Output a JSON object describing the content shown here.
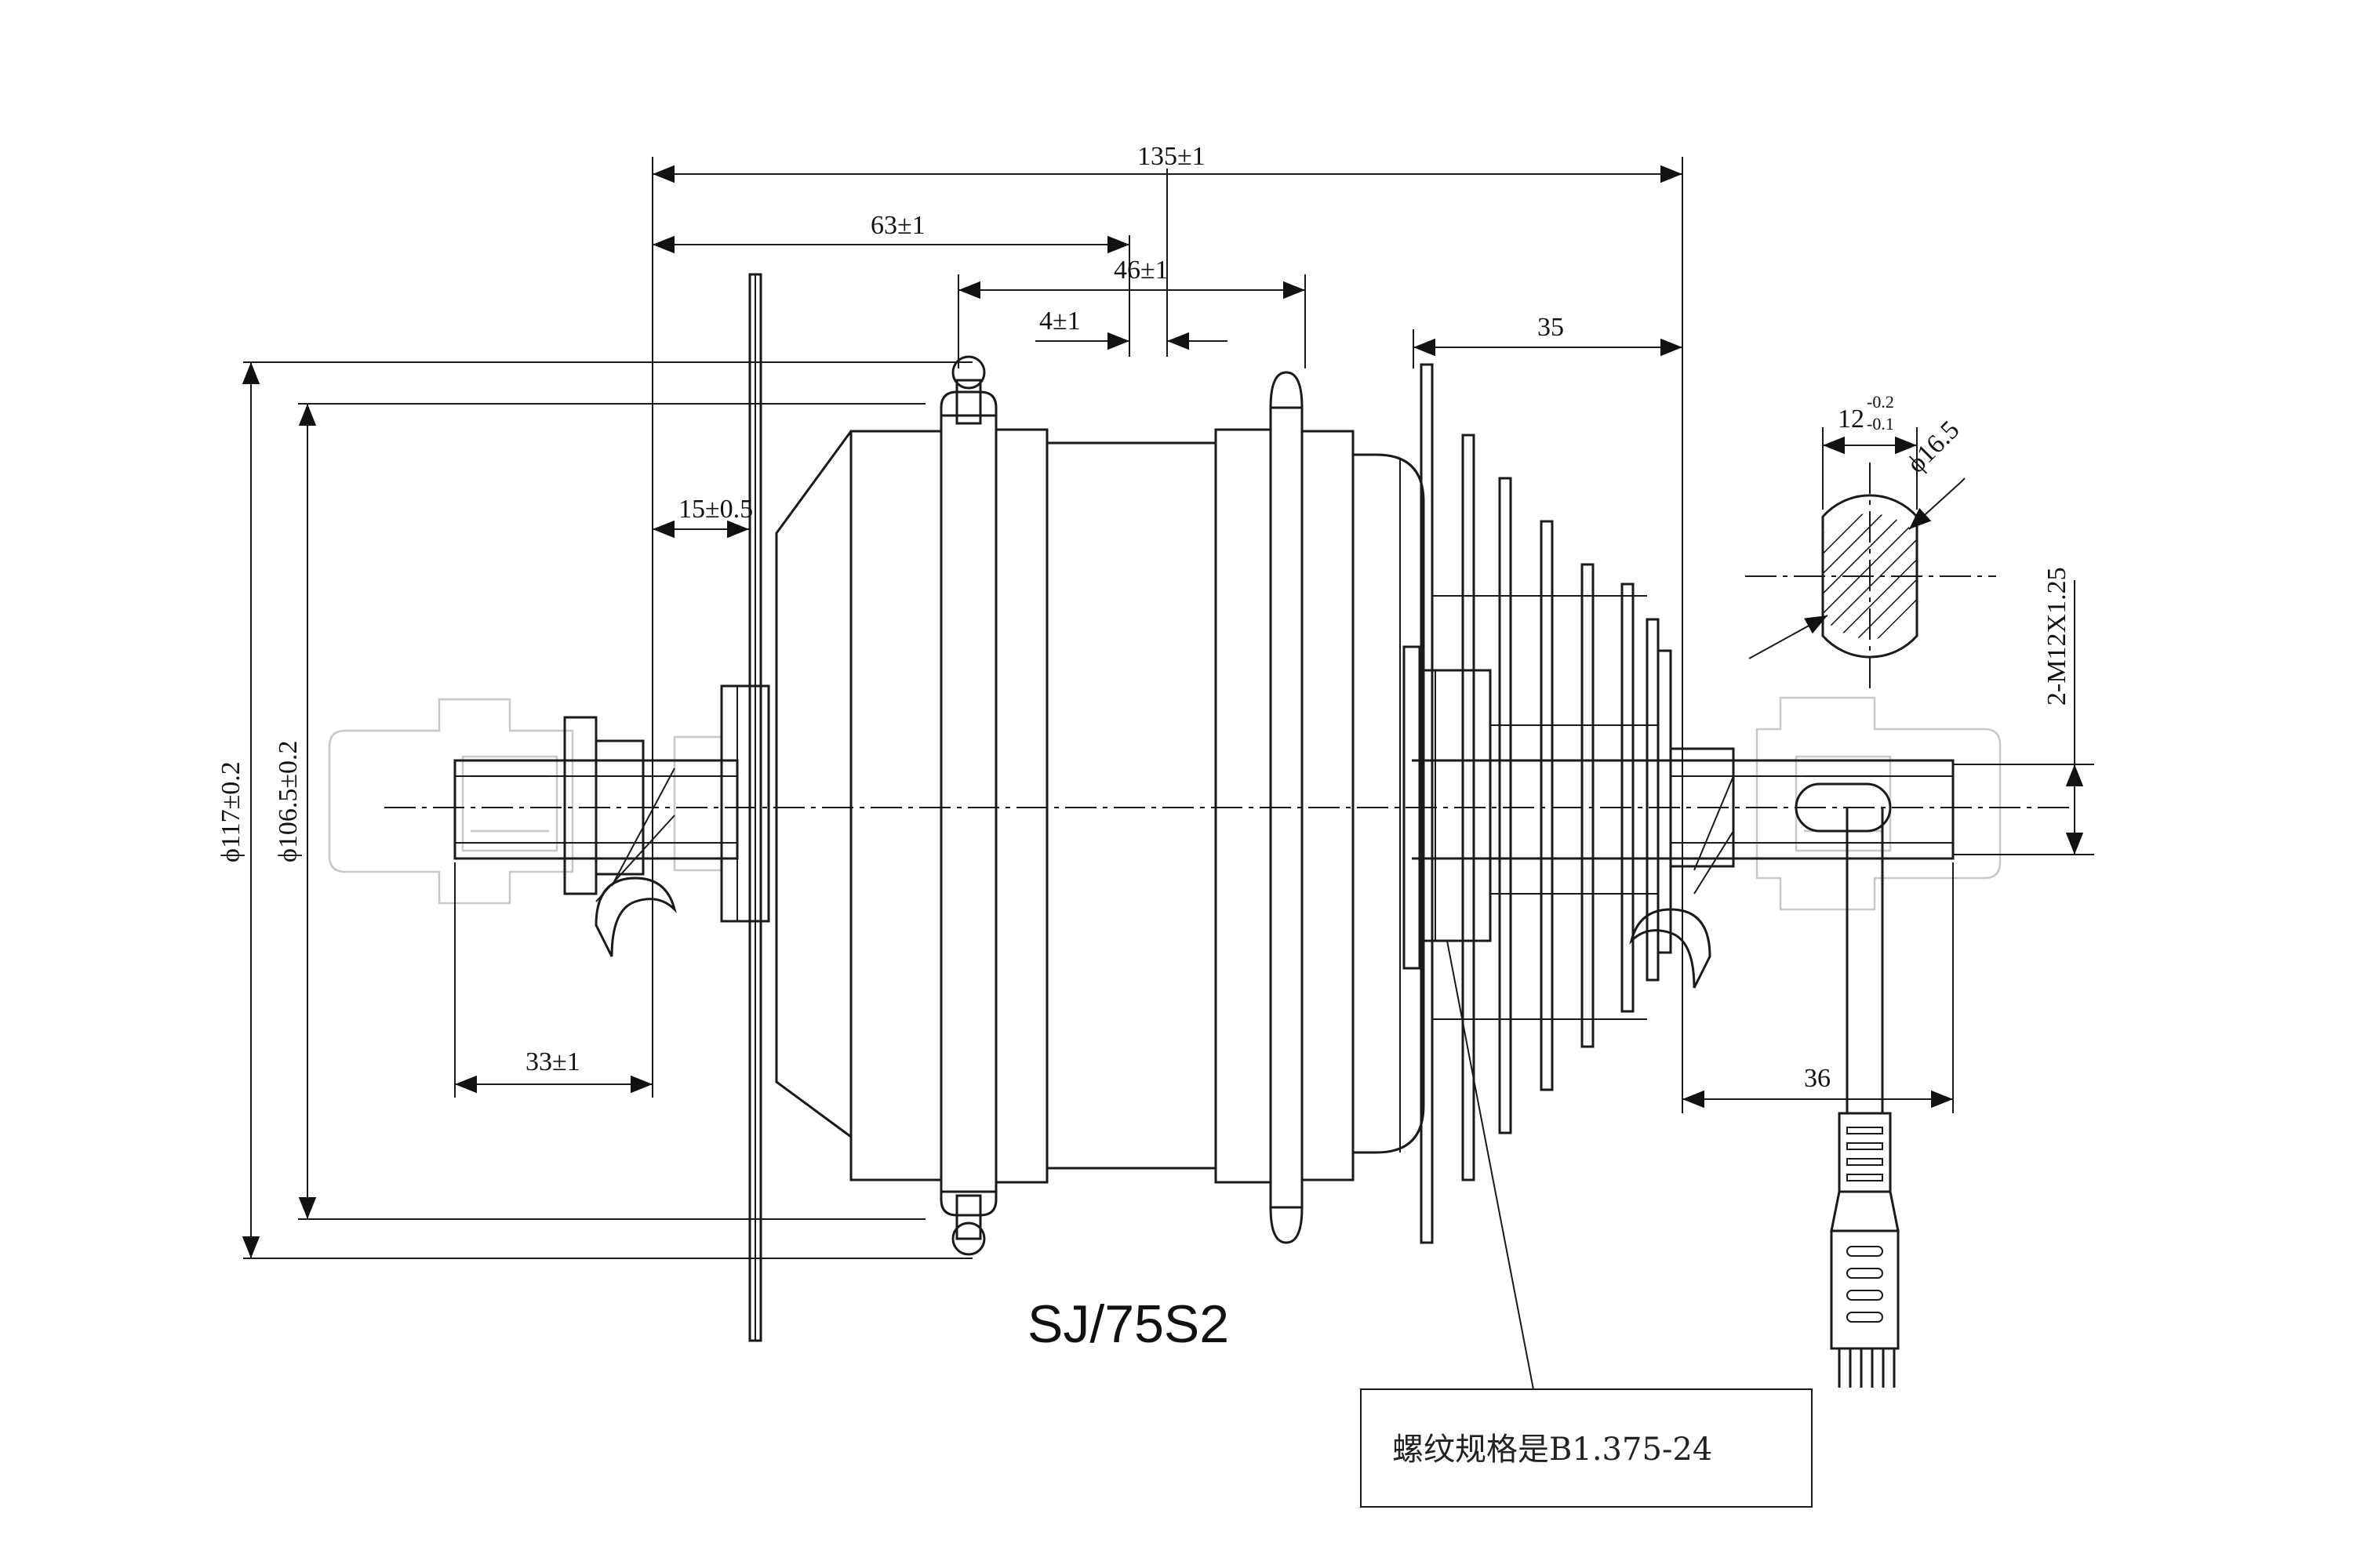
{
  "model_label": "SJ/75S2",
  "thread_note": "螺纹规格是B1.375-24",
  "dimensions": {
    "overall_width": "135±1",
    "left_to_center": "63±1",
    "flange_span": "46±1",
    "offset": "4±1",
    "cassette_width": "35",
    "disc_offset": "15±0.5",
    "left_axle": "33±1",
    "right_axle": "36",
    "flange_dia_outer": "ϕ117±0.2",
    "flange_dia_inner": "ϕ106.5±0.2",
    "axle_flat_width": "12",
    "axle_flat_tol_upper": "-0.2",
    "axle_flat_tol_lower": "-0.1",
    "axle_dia": "ϕ16.5",
    "axle_thread": "2-M12X1.25"
  }
}
